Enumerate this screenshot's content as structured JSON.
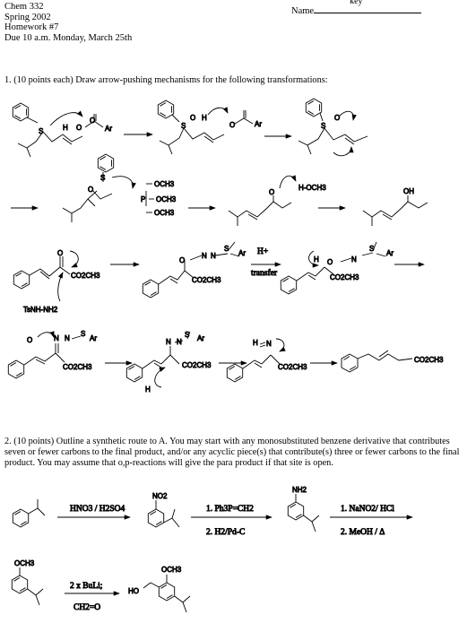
{
  "header": {
    "course": "Chem 332",
    "term": "Spring 2002",
    "assignment": "Homework #7",
    "due": "Due 10 a.m. Monday, March 25th",
    "name_label": "Name",
    "name_value": "key"
  },
  "question1": {
    "prompt": "1. (10 points each) Draw arrow-pushing mechanisms for the following transformations:",
    "labels": {
      "ar": "Ar",
      "ome": "OCH3",
      "hoch3": "H-OCH3",
      "oh": "OH",
      "co2ch3": "CO2CH3",
      "tsnhnh2": "TsNH-NH2",
      "h_plus": "H+",
      "transfer": "transfer",
      "s": "S",
      "p": "P",
      "n": "N",
      "h": "H",
      "o": "O"
    }
  },
  "question2": {
    "prompt": "2.  (10 points)  Outline a synthetic route to A.  You may start with any monosubstituted benzene derivative that contributes seven or fewer carbons to the final product, and/or any acyclic piece(s) that contribute(s) three or fewer carbons to the final product. You may assume that o,p-reactions will give the para product if that site is open.",
    "reagents": {
      "step1": "HNO3 / H2SO4",
      "step2a": "1. Ph3P=CH2",
      "step2b": "2. H2/Pd-C",
      "step3a": "1. NaNO2/ HCl",
      "step3b": "2. MeOH / Δ",
      "step4a": "2 x BuLi;",
      "step4b": "CH2=O"
    },
    "labels": {
      "no2": "NO2",
      "nh2": "NH2",
      "och3": "OCH3",
      "ho": "HO"
    }
  }
}
